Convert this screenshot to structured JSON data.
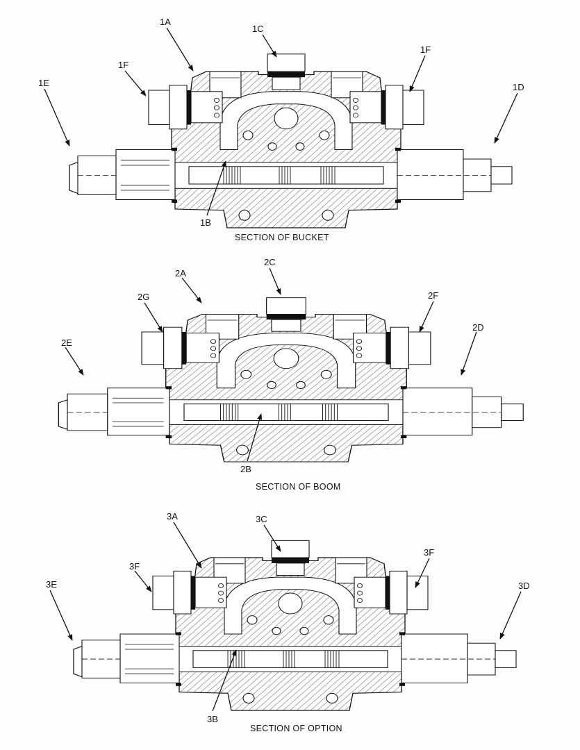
{
  "sections": [
    {
      "caption": "SECTION OF BUCKET",
      "labels": {
        "a": "1A",
        "c": "1C",
        "f_left": "1F",
        "f_right": "1F",
        "e": "1E",
        "d": "1D",
        "b": "1B"
      }
    },
    {
      "caption": "SECTION OF BOOM",
      "labels": {
        "a": "2A",
        "c": "2C",
        "f_left": "2G",
        "f_right": "2F",
        "e": "2E",
        "d": "2D",
        "b": "2B"
      }
    },
    {
      "caption": "SECTION OF OPTION",
      "labels": {
        "a": "3A",
        "c": "3C",
        "f_left": "3F",
        "f_right": "3F",
        "e": "3E",
        "d": "3D",
        "b": "3B"
      }
    }
  ]
}
